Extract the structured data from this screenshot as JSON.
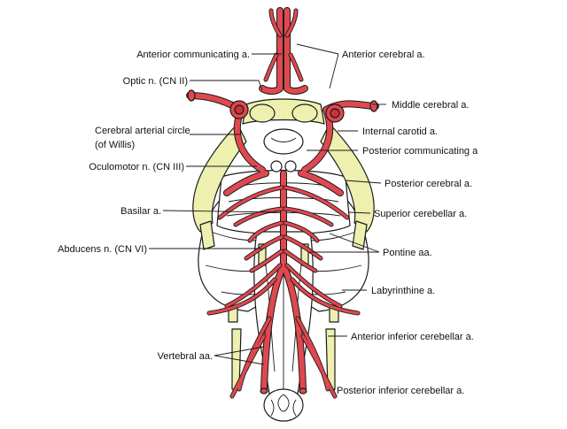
{
  "labels": {
    "left": {
      "anterior_communicating": "Anterior communicating a.",
      "optic_nerve": "Optic n. (CN II)",
      "circle_line1": "Cerebral arterial circle",
      "circle_line2": "(of Willis)",
      "oculomotor": "Oculomotor n. (CN III)",
      "basilar": "Basilar a.",
      "abducens": "Abducens n. (CN VI)",
      "vertebral": "Vertebral aa."
    },
    "right": {
      "anterior_cerebral": "Anterior cerebral a.",
      "middle_cerebral": "Middle cerebral a.",
      "internal_carotid": "Internal carotid a.",
      "posterior_communicating": "Posterior communicating a",
      "posterior_cerebral": "Posterior cerebral a.",
      "superior_cerebellar": "Superior cerebellar a.",
      "pontine": "Pontine aa.",
      "labyrinthine": "Labyrinthine a.",
      "aica": "Anterior inferior cerebellar a.",
      "pica": "Posterior inferior cerebellar a."
    }
  },
  "colors": {
    "artery": "#e0484f",
    "artery_dark": "#c9323a",
    "nerve": "#eef0b0",
    "outline": "#1a1a1a",
    "brainstem": "#ffffff"
  }
}
